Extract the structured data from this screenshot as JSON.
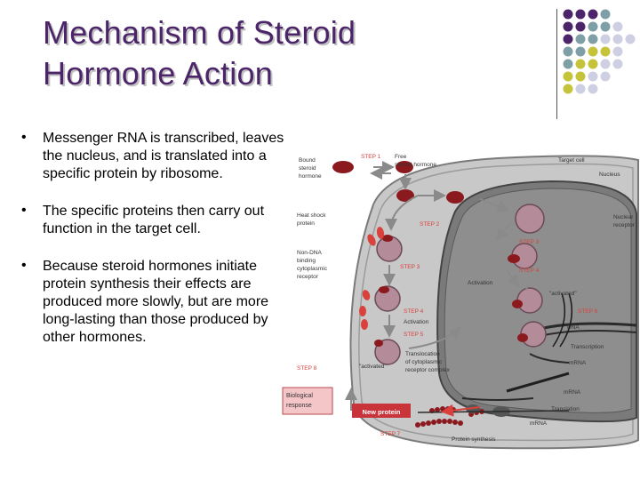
{
  "slide": {
    "title_line1": "Mechanism of Steroid",
    "title_line2": "Hormone Action",
    "bullets": [
      "Messenger RNA is transcribed, leaves the nucleus, and is translated into a specific protein by ribosome.",
      "The specific proteins then carry out function in the target cell.",
      "Because steroid hormones initiate protein synthesis their effects are produced more slowly, but are more long-lasting than those produced by other hormones."
    ]
  },
  "colors": {
    "title": "#4b2469",
    "purple": "#4b2469",
    "teal": "#7f9fa6",
    "olive": "#c5c33a",
    "lavender": "#cfcfe3",
    "step_label": "#d9413c",
    "hormone": "#8b1a1f",
    "cell": "#c8c8c8",
    "nucleus": "#7a7a7a"
  },
  "diagram": {
    "labels": {
      "bound_steroid_hormone": [
        "Bound",
        "steroid",
        "hormone"
      ],
      "step1": "STEP 1",
      "free_steroid_hormone": [
        "Free",
        "steroid hormone"
      ],
      "target_cell": "Target cell",
      "nucleus": "Nucleus",
      "heat_shock_protein": [
        "Heat shock",
        "protein"
      ],
      "step2": "STEP 2",
      "nuclear_receptor": [
        "Nuclear",
        "receptor"
      ],
      "non_dna_binding": [
        "Non-DNA",
        "binding",
        "cytoplasmic",
        "receptor"
      ],
      "step3_left": "STEP 3",
      "step3_right": "STEP 3",
      "step4_right": "STEP 4",
      "activation_right": "Activation",
      "activated_right": "\"activated\"",
      "step6": "STEP 6",
      "dna": "DNA",
      "step4_left": "STEP 4",
      "activation_left": "Activation",
      "step5": "STEP 5",
      "transcription": "Transcription",
      "activated_left": "\"activated\"",
      "translocation": [
        "Translocation",
        "of cytoplasmic",
        "receptor complex"
      ],
      "mrna_1": "mRNA",
      "step8": "STEP 8",
      "biological_response": [
        "Biological",
        "response"
      ],
      "mrna_2": "mRNA",
      "new_protein": "New protein",
      "translation": "Translation",
      "mrna_3": "mRNA",
      "step7": "STEP 7",
      "protein_synthesis": "Protein synthesis"
    }
  }
}
